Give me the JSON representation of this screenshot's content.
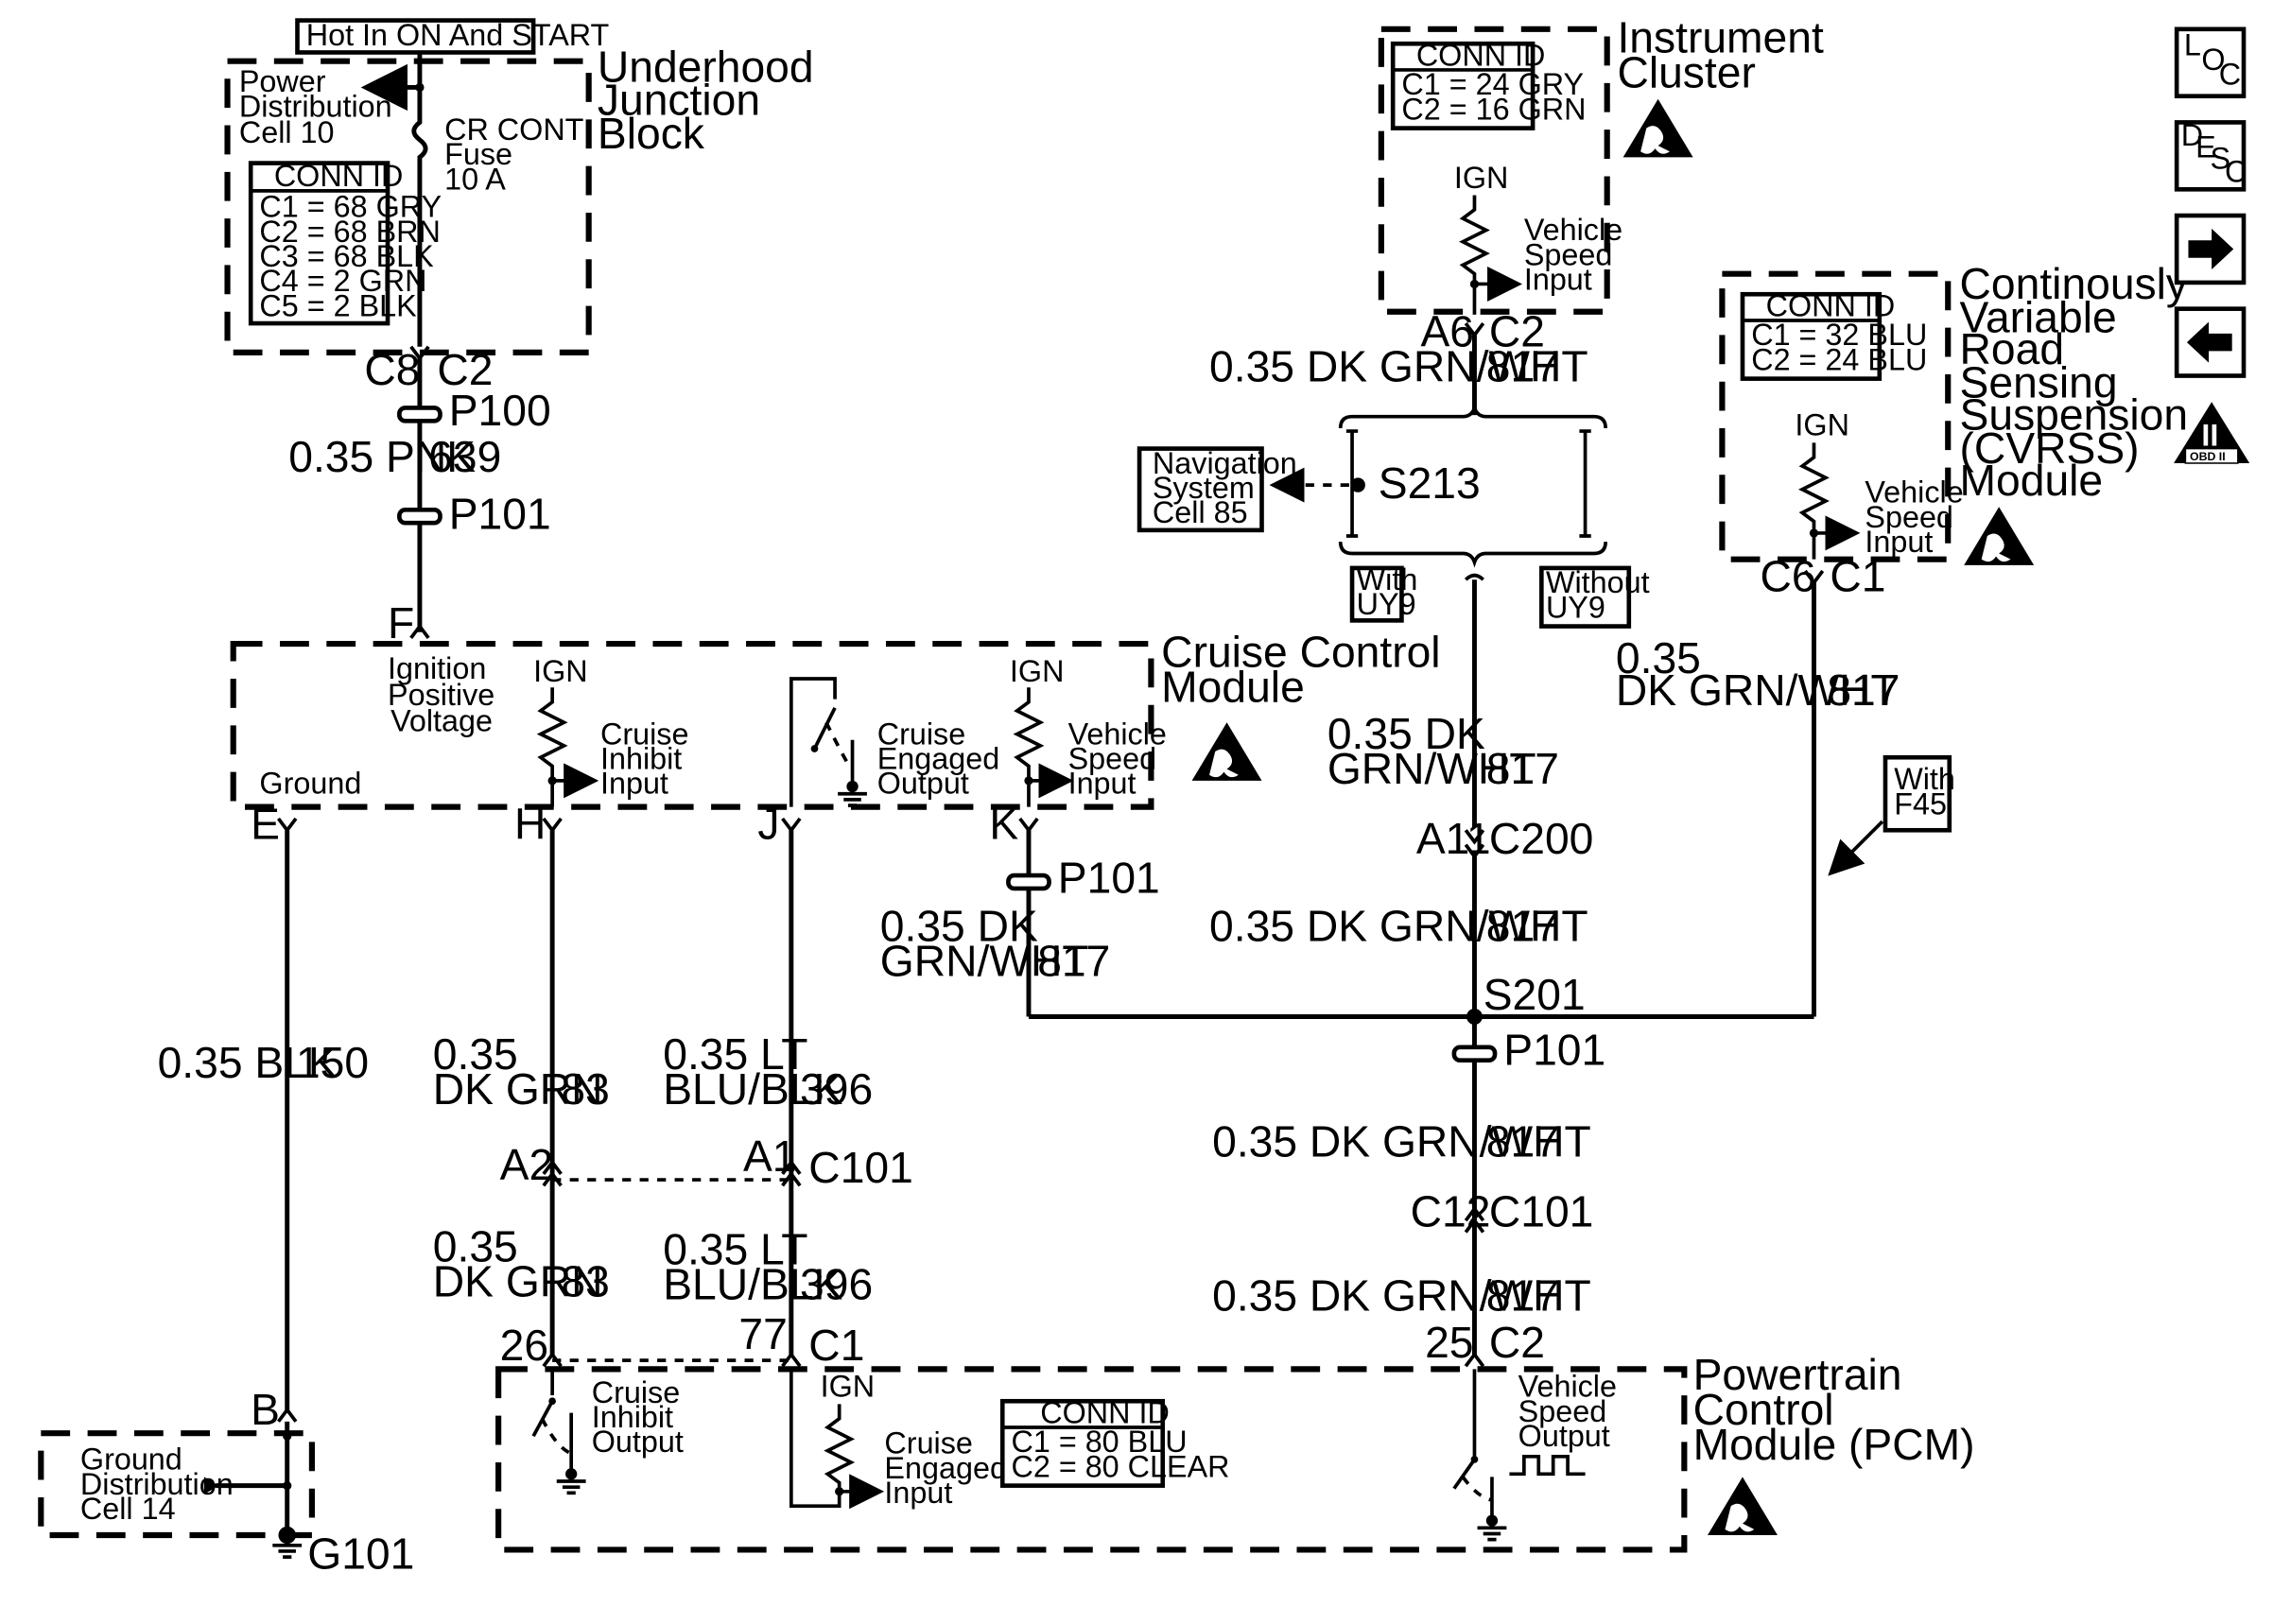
{
  "underhood": {
    "hot_label": "Hot In ON And START",
    "title": [
      "Underhood",
      "Junction",
      "Block"
    ],
    "power_dist": [
      "Power",
      "Distribution",
      "Cell 10"
    ],
    "fuse": [
      "CR CONT",
      "Fuse",
      "10 A"
    ],
    "conn_title": "CONN ID",
    "conn": [
      "C1 = 68 GRY",
      "C2 = 68 BRN",
      "C3 = 68 BLK",
      "C4 = 2 GRN",
      "C5 = 2 BLK"
    ],
    "pin_left": "C8",
    "pin_right": "C2"
  },
  "p100": "P100",
  "p101": "P101",
  "wire_639": {
    "label": "0.35 PNK",
    "circuit": "639"
  },
  "ccm": {
    "title": [
      "Cruise Control",
      "Module"
    ],
    "pin_f": "F",
    "ign_pos": [
      "Ignition",
      "Positive",
      "Voltage"
    ],
    "ground": "Ground",
    "ign": "IGN",
    "inhibit": [
      "Cruise",
      "Inhibit",
      "Input"
    ],
    "engaged": [
      "Cruise",
      "Engaged",
      "Output"
    ],
    "vss": [
      "Vehicle",
      "Speed",
      "Input"
    ],
    "pins": {
      "e": "E",
      "h": "H",
      "j": "J",
      "k": "K"
    }
  },
  "cluster": {
    "title": [
      "Instrument",
      "Cluster"
    ],
    "conn_title": "CONN ID",
    "conn": [
      "C1 = 24 GRY",
      "C2 = 16 GRN"
    ],
    "ign": "IGN",
    "vss": [
      "Vehicle",
      "Speed",
      "Input"
    ],
    "pin_left": "A6",
    "pin_right": "C2"
  },
  "wire_817_top": {
    "label": "0.35 DK GRN/WHT",
    "circuit": "817"
  },
  "navigation": {
    "label": [
      "Navigation",
      "System",
      "Cell 85"
    ],
    "splice": "S213"
  },
  "with_uy9": [
    "With",
    "UY9"
  ],
  "without_uy9": [
    "Without",
    "UY9"
  ],
  "cvrss": {
    "title": [
      "Continously",
      "Variable",
      "Road",
      "Sensing",
      "Suspension",
      "(CVRSS)",
      "Module"
    ],
    "conn_title": "CONN ID",
    "conn": [
      "C1 = 32 BLU",
      "C2 = 24 BLU"
    ],
    "ign": "IGN",
    "vss": [
      "Vehicle",
      "Speed",
      "Input"
    ],
    "pin_left": "C6",
    "pin_right": "C1"
  },
  "wire_cvrss": {
    "label": [
      "0.35",
      "DK GRN/WHT"
    ],
    "circuit": "817"
  },
  "wire_mid": {
    "label": [
      "0.35 DK",
      "GRN/WHT"
    ],
    "circuit": "817"
  },
  "c200": {
    "pin": "A11",
    "name": "C200"
  },
  "wire_after_c200": {
    "label": "0.35 DK GRN/WHT",
    "circuit": "817"
  },
  "with_f45": [
    "With",
    "F45"
  ],
  "wire_k": {
    "label": [
      "0.35 DK",
      "GRN/WHT"
    ],
    "circuit": "817"
  },
  "s201": "S201",
  "wire_below_s201": {
    "label": "0.35 DK GRN/WHT",
    "circuit": "817"
  },
  "c101_right": {
    "pin": "C12",
    "name": "C101"
  },
  "wire_bottom_right": {
    "label": "0.35 DK GRN/WHT",
    "circuit": "817"
  },
  "wire_150": {
    "label": "0.35 BLK",
    "circuit": "150"
  },
  "wire_83_top": {
    "label": [
      "0.35",
      "DK GRN"
    ],
    "circuit": "83"
  },
  "wire_396_top": {
    "label": [
      "0.35 LT",
      "BLU/BLK"
    ],
    "circuit": "396"
  },
  "c101_left": {
    "pin_a2": "A2",
    "pin_a1": "A1",
    "name": "C101"
  },
  "wire_83_bottom": {
    "label": [
      "0.35",
      "DK GRN"
    ],
    "circuit": "83"
  },
  "wire_396_bottom": {
    "label": [
      "0.35 LT",
      "BLU/BLK"
    ],
    "circuit": "396"
  },
  "ground_block": {
    "label": [
      "Ground",
      "Distribution",
      "Cell 14"
    ],
    "pin": "B",
    "g101": "G101"
  },
  "pcm": {
    "title": [
      "Powertrain",
      "Control",
      "Module (PCM)"
    ],
    "pin_26": "26",
    "pin_77": "77",
    "pin_c1": "C1",
    "pin_25": "25",
    "pin_c2": "C2",
    "inhibit": [
      "Cruise",
      "Inhibit",
      "Output"
    ],
    "ign": "IGN",
    "engaged": [
      "Cruise",
      "Engaged",
      "Input"
    ],
    "conn_title": "CONN ID",
    "conn": [
      "C1 = 80 BLU",
      "C2 = 80 CLEAR"
    ],
    "vss": [
      "Vehicle",
      "Speed",
      "Output"
    ]
  },
  "sidebar": {
    "loc": [
      "L",
      "O",
      "C"
    ],
    "desc": [
      "D",
      "E",
      "S",
      "C"
    ],
    "obd": "OBD II",
    "obd_num": "II"
  }
}
